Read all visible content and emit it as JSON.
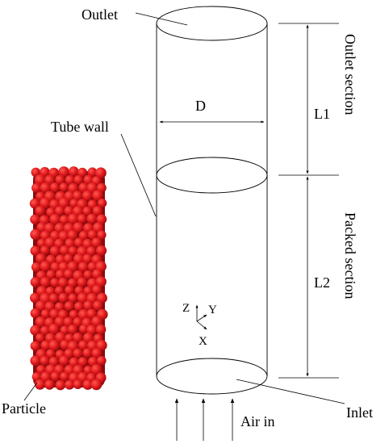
{
  "labels": {
    "outlet": "Outlet",
    "tube_wall": "Tube wall",
    "diameter": "D",
    "l1": "L1",
    "l2": "L2",
    "outlet_section": "Outlet section",
    "packed_section": "Packed section",
    "inlet": "Inlet",
    "air_in": "Air in",
    "particle": "Particle"
  },
  "axes": {
    "z": "Z",
    "y": "Y",
    "x": "X"
  },
  "colors": {
    "particle": "#e0181c",
    "particle_shadow": "#8c0a0c",
    "line": "#000000"
  }
}
